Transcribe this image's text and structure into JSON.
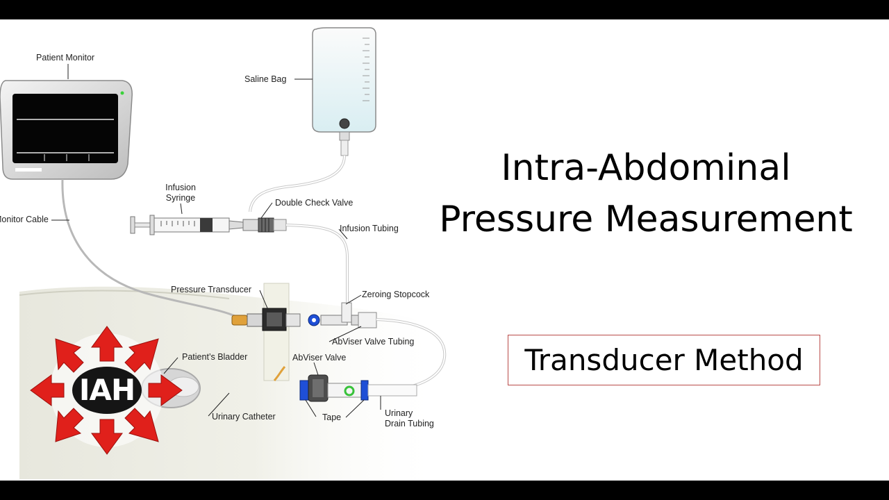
{
  "title": {
    "line1": "Intra-Abdominal",
    "line2": "Pressure Measurement"
  },
  "method": "Transducer Method",
  "badge": "IAH",
  "labels": {
    "patient_monitor": "Patient Monitor",
    "monitor_cable": "Monitor Cable",
    "saline_bag": "Saline Bag",
    "infusion_syringe_1": "Infusion",
    "infusion_syringe_2": "Syringe",
    "double_check_valve": "Double Check Valve",
    "infusion_tubing": "Infusion Tubing",
    "pressure_transducer": "Pressure Transducer",
    "zeroing_stopcock": "Zeroing Stopcock",
    "abviser_valve_tubing": "AbViser Valve Tubing",
    "patients_bladder": "Patient’s Bladder",
    "abviser_valve": "AbViser Valve",
    "urinary_catheter": "Urinary Catheter",
    "tape": "Tape",
    "urinary_drain_1": "Urinary",
    "urinary_drain_2": "Drain Tubing"
  },
  "colors": {
    "arrow_red": "#e0201b",
    "catheter_orange": "#e0a13a",
    "valve_blue": "#1f4fd6",
    "ring_green": "#38c23a",
    "frame_red": "#b94a48"
  }
}
